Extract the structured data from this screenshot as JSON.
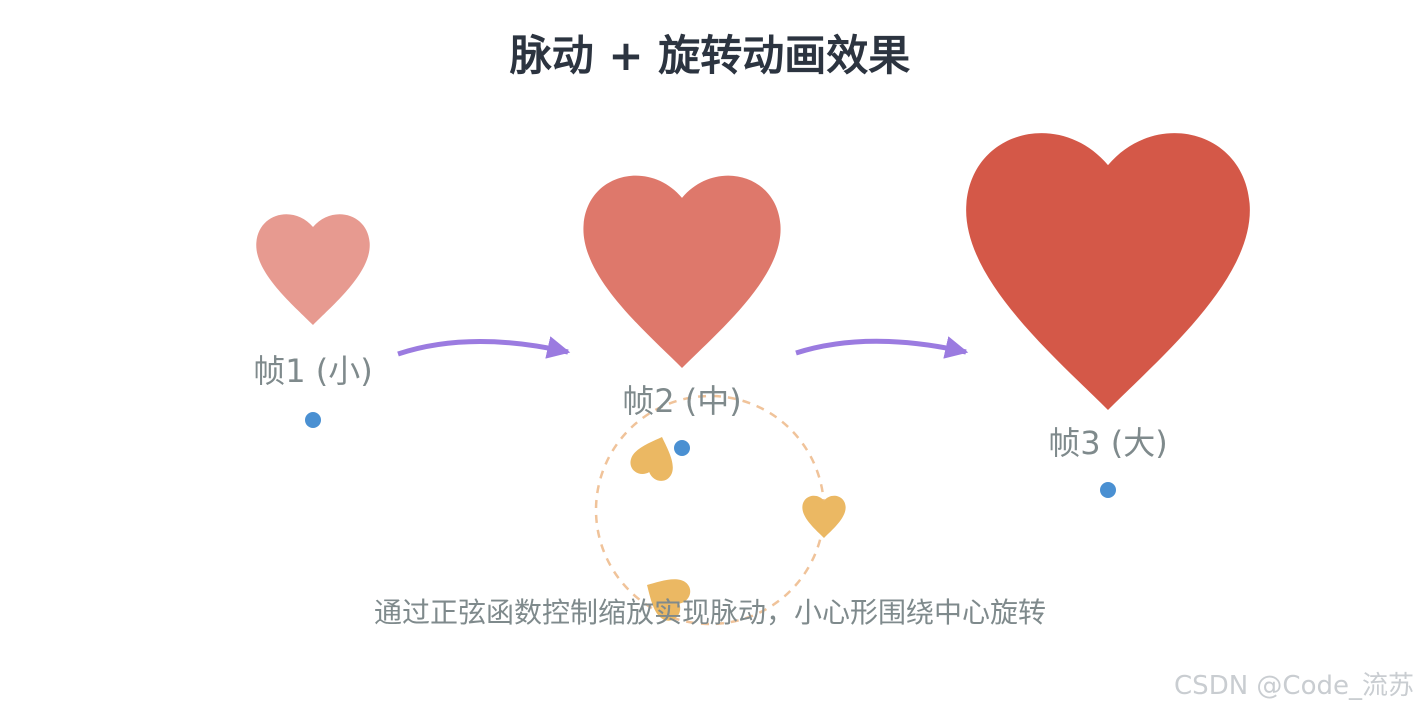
{
  "title": "脉动 + 旋转动画效果",
  "frames": [
    {
      "label": "帧1 (小)",
      "color": "#e79a90"
    },
    {
      "label": "帧2 (中)",
      "color": "#de786b"
    },
    {
      "label": "帧3 (大)",
      "color": "#d45848"
    }
  ],
  "arrow_color": "#9b7be0",
  "dot_color": "#4a90d2",
  "orbit": {
    "color": "#f0c39a",
    "small_heart_color": "#ebb863"
  },
  "caption": "通过正弦函数控制缩放实现脉动，小心形围绕中心旋转",
  "watermark": "CSDN @Code_流苏"
}
